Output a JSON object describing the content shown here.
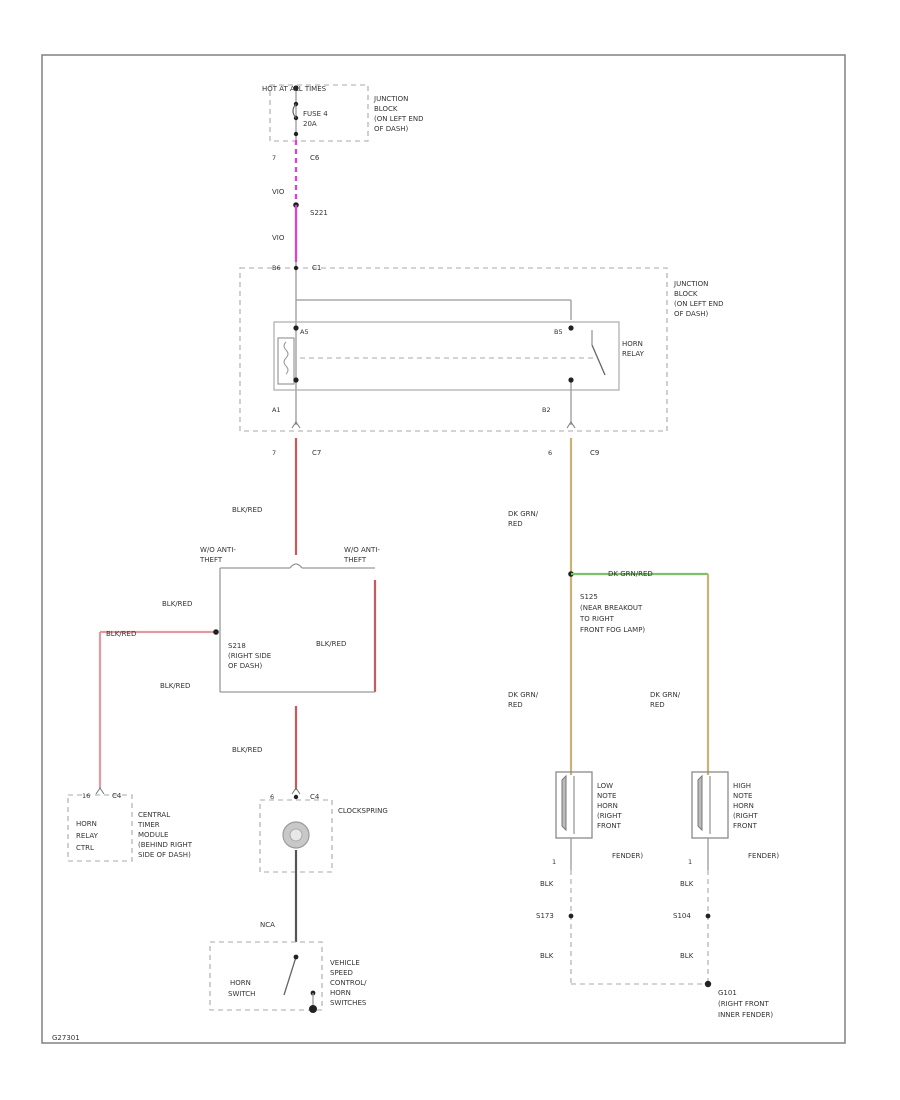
{
  "diagram": {
    "footer_code": "G27301",
    "colors": {
      "pink": "#e838e0",
      "red": "#c85a5a",
      "pinkred": "#e09aa0",
      "tan": "#c9b178",
      "green": "#7cc26a",
      "black": "#555555"
    },
    "power": {
      "hot_label": "HOT AT ALL TIMES",
      "fuse_label": "FUSE 4 20A",
      "junction_block_top": [
        "JUNCTION",
        "BLOCK",
        "(ON LEFT END",
        "OF DASH)"
      ],
      "pin_7": "7",
      "conn_c6": "C6",
      "wire_vio_1": "VIO",
      "splice_s221": "S221",
      "wire_vio_2": "VIO"
    },
    "relay_block": {
      "pin_b6": "B6",
      "conn_c1": "C1",
      "pin_a1": "A1",
      "pin_a5": "A5",
      "pin_b5": "B5",
      "pin_b2": "B2",
      "junction_block": [
        "JUNCTION",
        "BLOCK",
        "(ON LEFT END",
        "OF DASH)"
      ],
      "horn_relay": [
        "HORN",
        "RELAY"
      ],
      "pin_7": "7",
      "conn_c7": "C7",
      "pin_6": "6",
      "conn_c9": "C9"
    },
    "left_circuit": {
      "wire_blk_red_top": "BLK/RED",
      "w_o_anti_theft": [
        "W/O ANTI-",
        "THEFT"
      ],
      "w_anti_theft": [
        "W/O ANTI-",
        "THEFT"
      ],
      "wire_blk_red_a": "BLK/RED",
      "wire_blk_red_b": "BLK/RED",
      "wire_blk_red_c": "BLK/RED",
      "wire_blk_red_d": "BLK/RED",
      "wire_blk_red_e": "BLK/RED",
      "splice_s218": [
        "S218",
        "(RIGHT SIDE",
        "OF DASH)"
      ],
      "pin_16": "16",
      "conn_c4": "C4",
      "timer_module_box": [
        "HORN",
        "RELAY",
        "CTRL"
      ],
      "timer_module_desc": [
        "CENTRAL",
        "TIMER",
        "MODULE",
        "(BEHIND RIGHT",
        "SIDE OF DASH)"
      ],
      "pin_clock_6": "6",
      "conn_c4_clock": "C4",
      "clockspring": "CLOCKSPRING",
      "wire_nca": "NCA",
      "horn_switch": [
        "HORN",
        "SWITCH"
      ],
      "speed_control": [
        "VEHICLE",
        "SPEED",
        "CONTROL/",
        "HORN",
        "SWITCHES"
      ]
    },
    "right_circuit": {
      "wire_dk_grn_red_1": [
        "DK GRN/",
        "RED"
      ],
      "wire_dk_grn_red_h": "DK GRN/RED",
      "splice_s125": [
        "S125",
        "(NEAR BREAKOUT",
        "TO RIGHT",
        "FRONT FOG LAMP)"
      ],
      "wire_dk_grn_red_2": [
        "DK GRN/",
        "RED"
      ],
      "wire_dk_grn_red_3": [
        "DK GRN/",
        "RED"
      ],
      "low_horn": [
        "LOW",
        "NOTE",
        "HORN",
        "(RIGHT",
        "FRONT",
        "FENDER)"
      ],
      "high_horn": [
        "HIGH",
        "NOTE",
        "HORN",
        "(RIGHT",
        "FRONT",
        "FENDER)"
      ],
      "pin_low": "1",
      "pin_high": "1",
      "wire_blk_1": "BLK",
      "wire_blk_2": "BLK",
      "splice_s173": "S173",
      "splice_s104": "S104",
      "wire_blk_3": "BLK",
      "wire_blk_4": "BLK",
      "ground": [
        "G101",
        "(RIGHT FRONT",
        "INNER FENDER)"
      ]
    }
  }
}
